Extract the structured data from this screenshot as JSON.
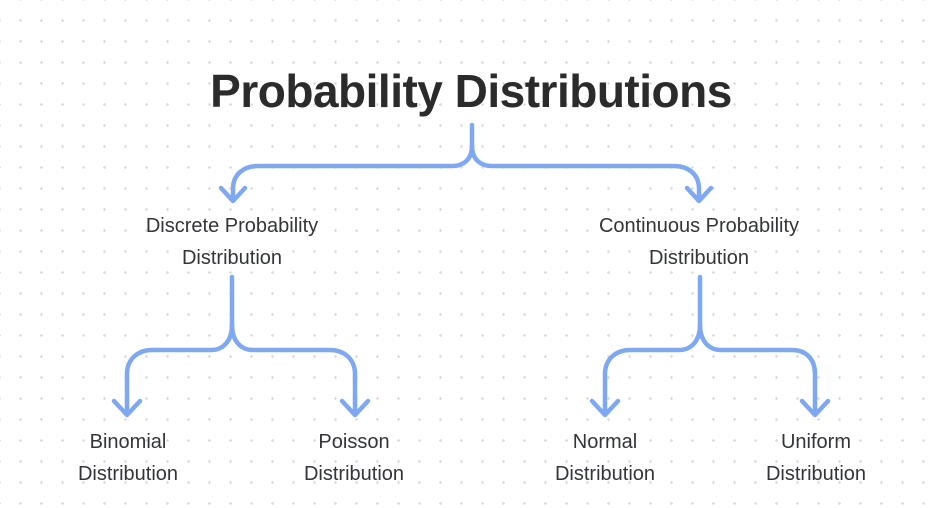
{
  "title": "Probability Distributions",
  "nodes": {
    "discrete": {
      "line1": "Discrete Probability",
      "line2": "Distribution"
    },
    "continuous": {
      "line1": "Continuous Probability",
      "line2": "Distribution"
    },
    "binomial": {
      "line1": "Binomial",
      "line2": "Distribution"
    },
    "poisson": {
      "line1": "Poisson",
      "line2": "Distribution"
    },
    "normal": {
      "line1": "Normal",
      "line2": "Distribution"
    },
    "uniform": {
      "line1": "Uniform",
      "line2": "Distribution"
    }
  },
  "edges": [
    {
      "from": "title",
      "to": "discrete"
    },
    {
      "from": "title",
      "to": "continuous"
    },
    {
      "from": "discrete",
      "to": "binomial"
    },
    {
      "from": "discrete",
      "to": "poisson"
    },
    {
      "from": "continuous",
      "to": "normal"
    },
    {
      "from": "continuous",
      "to": "uniform"
    }
  ],
  "colors": {
    "arrow": "#7fa8f3",
    "title_text": "#2b2b2b",
    "node_text": "#33353a",
    "background": "#ffffff",
    "background_dot": "#d9d9d9"
  }
}
